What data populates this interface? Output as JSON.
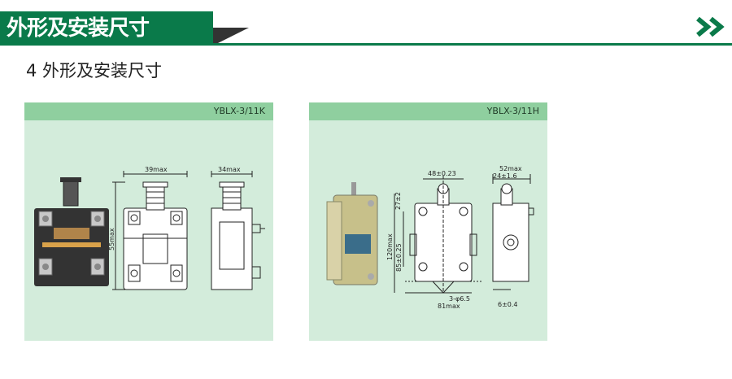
{
  "header": {
    "title": "外形及安装尺寸",
    "accent_color": "#0a7a4a",
    "chevron_icon": "double-chevron-right-icon"
  },
  "section": {
    "heading": "4 外形及安装尺寸"
  },
  "panels": [
    {
      "model": "YBLX-3/11K",
      "dims": {
        "width": "39max",
        "depth": "34max",
        "height": "55max"
      }
    },
    {
      "model": "YBLX-3/11H",
      "dims": {
        "hole_spacing": "48±0.23",
        "top": "27±2",
        "height": "120max",
        "hole_height": "85±0.25",
        "hole_dia": "3-φ6.5",
        "width": "81max",
        "side_width": "52max",
        "side_top": "24±1.6",
        "side_bottom": "6±0.4"
      }
    }
  ]
}
